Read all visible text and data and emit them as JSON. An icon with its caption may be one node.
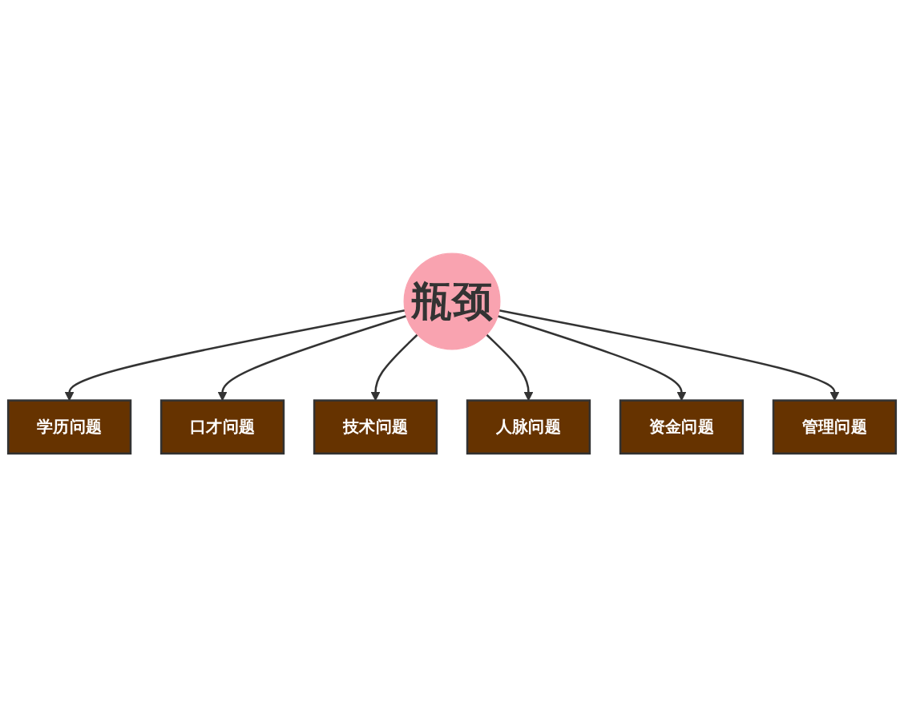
{
  "diagram": {
    "nodes": [
      {
        "text": [
          "瓶颈"
        ]
      },
      {
        "text": [
          "学历问题"
        ]
      },
      {
        "text": [
          "口才问题"
        ]
      },
      {
        "text": [
          "技术问题"
        ]
      },
      {
        "text": [
          "人脉问题"
        ]
      },
      {
        "text": [
          "资金问题"
        ]
      },
      {
        "text": [
          "管理问题"
        ]
      }
    ],
    "edges": [
      {
        "from": 0,
        "to": 1,
        "arrow": "to"
      },
      {
        "from": 0,
        "to": 2,
        "arrow": "to"
      },
      {
        "from": 0,
        "to": 3,
        "arrow": "to"
      },
      {
        "from": 0,
        "to": 4,
        "arrow": "to"
      },
      {
        "from": 0,
        "to": 5,
        "arrow": "to"
      },
      {
        "from": 0,
        "to": 6,
        "arrow": "to"
      }
    ]
  }
}
